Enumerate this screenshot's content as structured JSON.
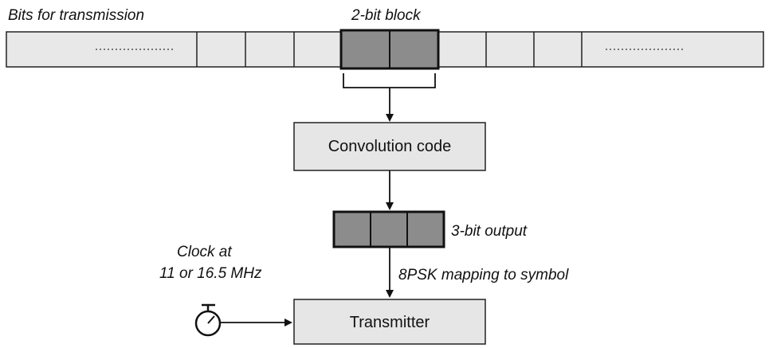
{
  "labels": {
    "bits_for_transmission": "Bits for transmission",
    "two_bit_block": "2-bit block",
    "three_bit_output": "3-bit output",
    "mapping": "8PSK mapping to symbol",
    "clock_line1": "Clock at",
    "clock_line2": "11 or 16.5 MHz"
  },
  "boxes": {
    "convolution": "Convolution code",
    "transmitter": "Transmitter"
  },
  "colors": {
    "box_fill": "#e6e6e6",
    "bar_fill": "#e8e8e8",
    "highlight_fill": "#8c8c8c",
    "stroke": "#111111"
  }
}
